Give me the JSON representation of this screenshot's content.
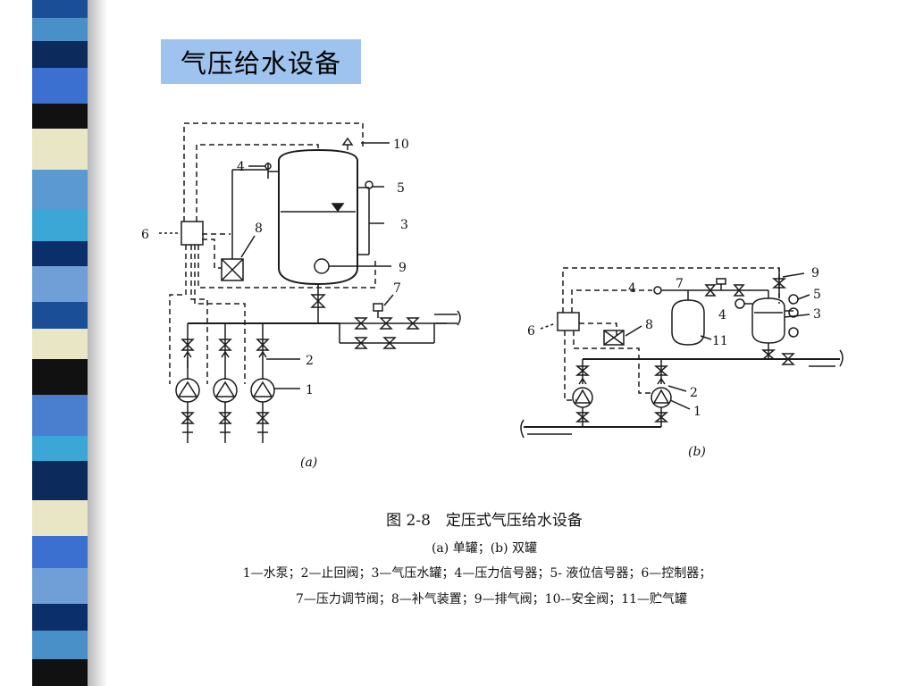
{
  "title": "气压给水设备",
  "figure": {
    "labels_a": [
      "10",
      "4",
      "5",
      "3",
      "6",
      "8",
      "9",
      "7",
      "2",
      "1"
    ],
    "labels_b": [
      "9",
      "4",
      "7",
      "5",
      "3",
      "4",
      "6",
      "8",
      "11",
      "2",
      "1"
    ],
    "sub_a": "(a)",
    "sub_b": "(b)"
  },
  "caption": {
    "title": "图 2-8　定压式气压给水设备",
    "subtitle": "(a) 单罐；(b) 双罐",
    "legend_line1": "1—水泵；2—止回阀；3—气压水罐；4—压力信号器；5- 液位信号器；6—控制器；",
    "legend_line2": "7—压力调节阀；8—补气装置；9—排气阀；10-–安全阀；11—贮气罐"
  },
  "colors": {
    "title_bg": "#9dc3ee",
    "stripes": [
      "#1a4f97",
      "#3aa7d6",
      "#0d2a5c",
      "#e8e6c4",
      "#4a7fd0",
      "#111111",
      "#6f9fd6",
      "#0b2f6b"
    ]
  }
}
